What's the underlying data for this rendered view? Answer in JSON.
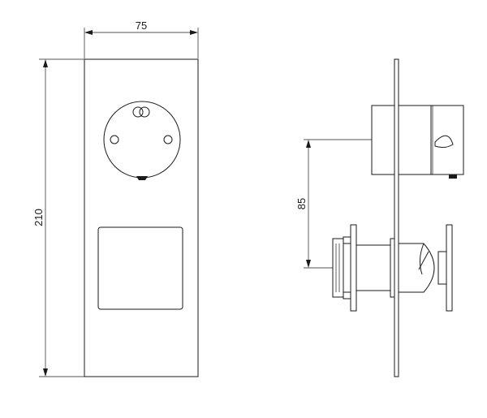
{
  "dimensions": {
    "width_label": "75",
    "height_label": "210",
    "offset_label": "85"
  },
  "colors": {
    "line": "#1a1a1a",
    "background": "#ffffff"
  }
}
